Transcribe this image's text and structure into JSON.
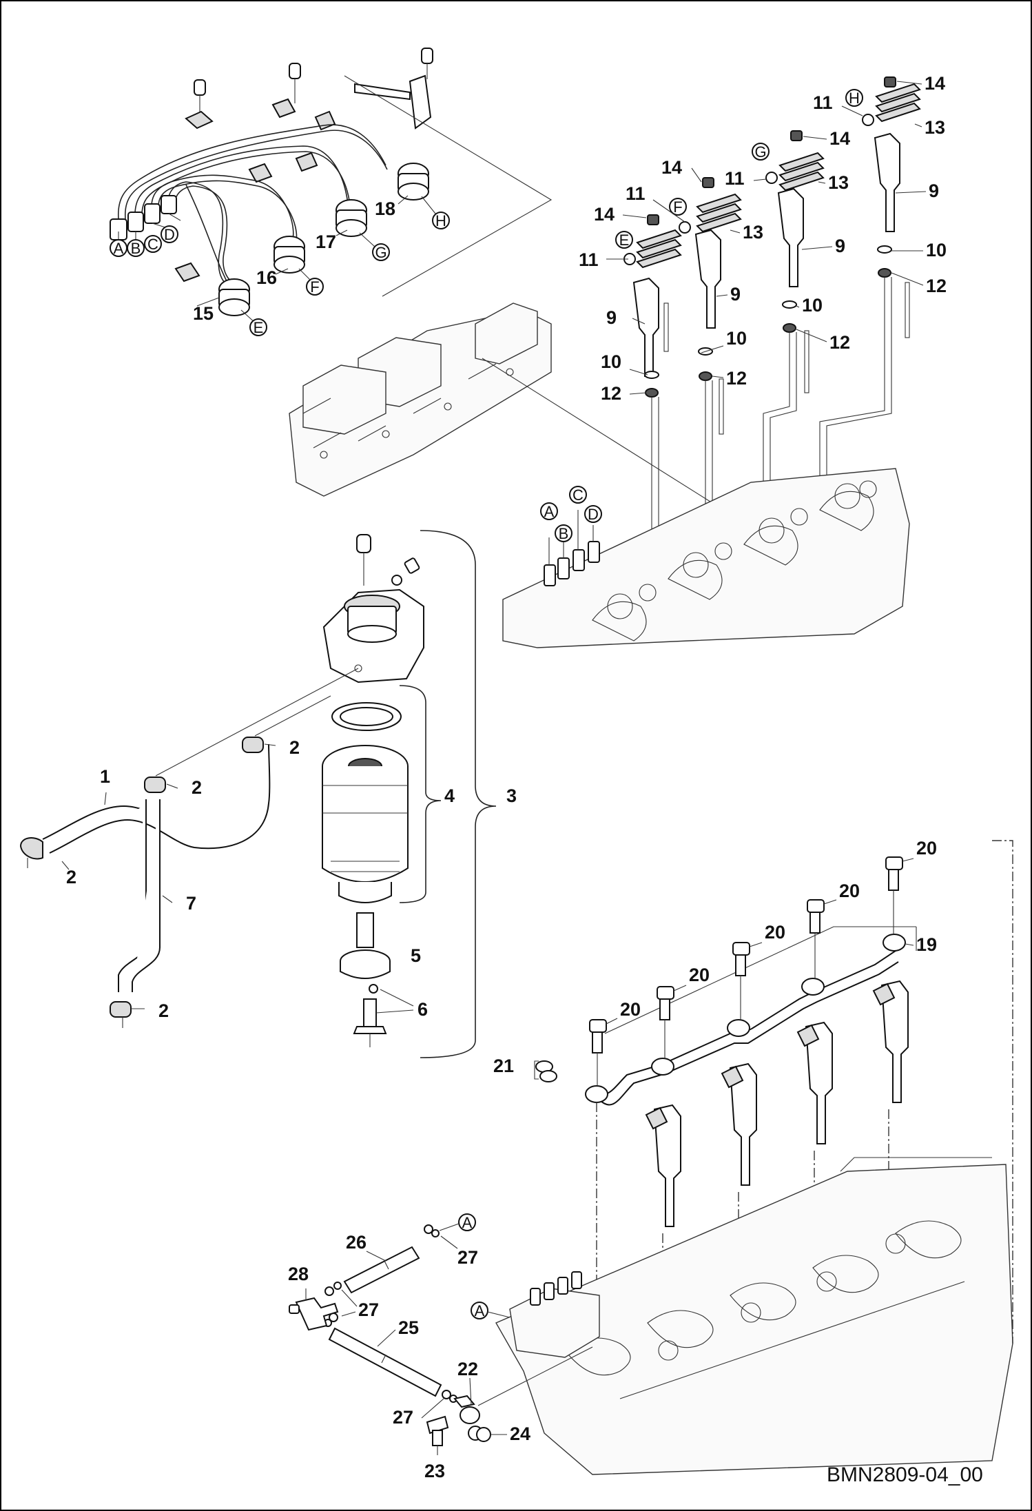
{
  "diagram_code": "BMN2809-04_00",
  "callouts": {
    "n1": "1",
    "n2": "2",
    "n3": "3",
    "n4": "4",
    "n5": "5",
    "n6": "6",
    "n7": "7",
    "n9": "9",
    "n10": "10",
    "n11": "11",
    "n12": "12",
    "n13": "13",
    "n14": "14",
    "n15": "15",
    "n16": "16",
    "n17": "17",
    "n18": "18",
    "n19": "19",
    "n20": "20",
    "n21": "21",
    "n22": "22",
    "n23": "23",
    "n24": "24",
    "n25": "25",
    "n26": "26",
    "n27": "27",
    "n28": "28"
  },
  "letters": {
    "a": "A",
    "b": "B",
    "c": "C",
    "d": "D",
    "e": "E",
    "f": "F",
    "g": "G",
    "h": "H"
  }
}
